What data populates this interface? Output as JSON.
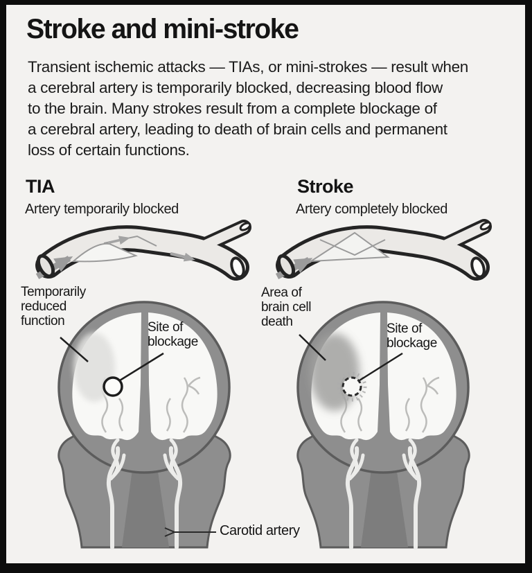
{
  "frame": {
    "background": "#f3f2f0",
    "border_color": "#0d0d0d"
  },
  "title": "Stroke and mini-stroke",
  "intro_lines": [
    "Transient ischemic attacks — TIAs, or mini-strokes —  result when",
    "a cerebral artery is temporarily blocked, decreasing blood flow",
    "to the brain. Many strokes result from a complete blockage of",
    "a cerebral artery, leading to death of brain cells and permanent",
    "loss of certain functions."
  ],
  "tia_panel": {
    "title": "TIA",
    "subtitle": "Artery temporarily blocked",
    "reduced_function_label": "Temporarily reduced function",
    "site_of_blockage_label": "Site of blockage"
  },
  "stroke_panel": {
    "title": "Stroke",
    "subtitle": "Artery completely blocked",
    "cell_death_label": "Area of brain cell death",
    "site_of_blockage_label": "Site of blockage"
  },
  "carotid_label": "Carotid artery",
  "colors": {
    "head_gray": "#8e8e8e",
    "head_outline": "#5c5c5c",
    "brain_white": "#f8f8f6",
    "artery_fill": "#ebe9e6",
    "artery_outline": "#242424",
    "arrow_gray": "#9b9b9b",
    "cell_death_gray": "#a2a2a0"
  }
}
